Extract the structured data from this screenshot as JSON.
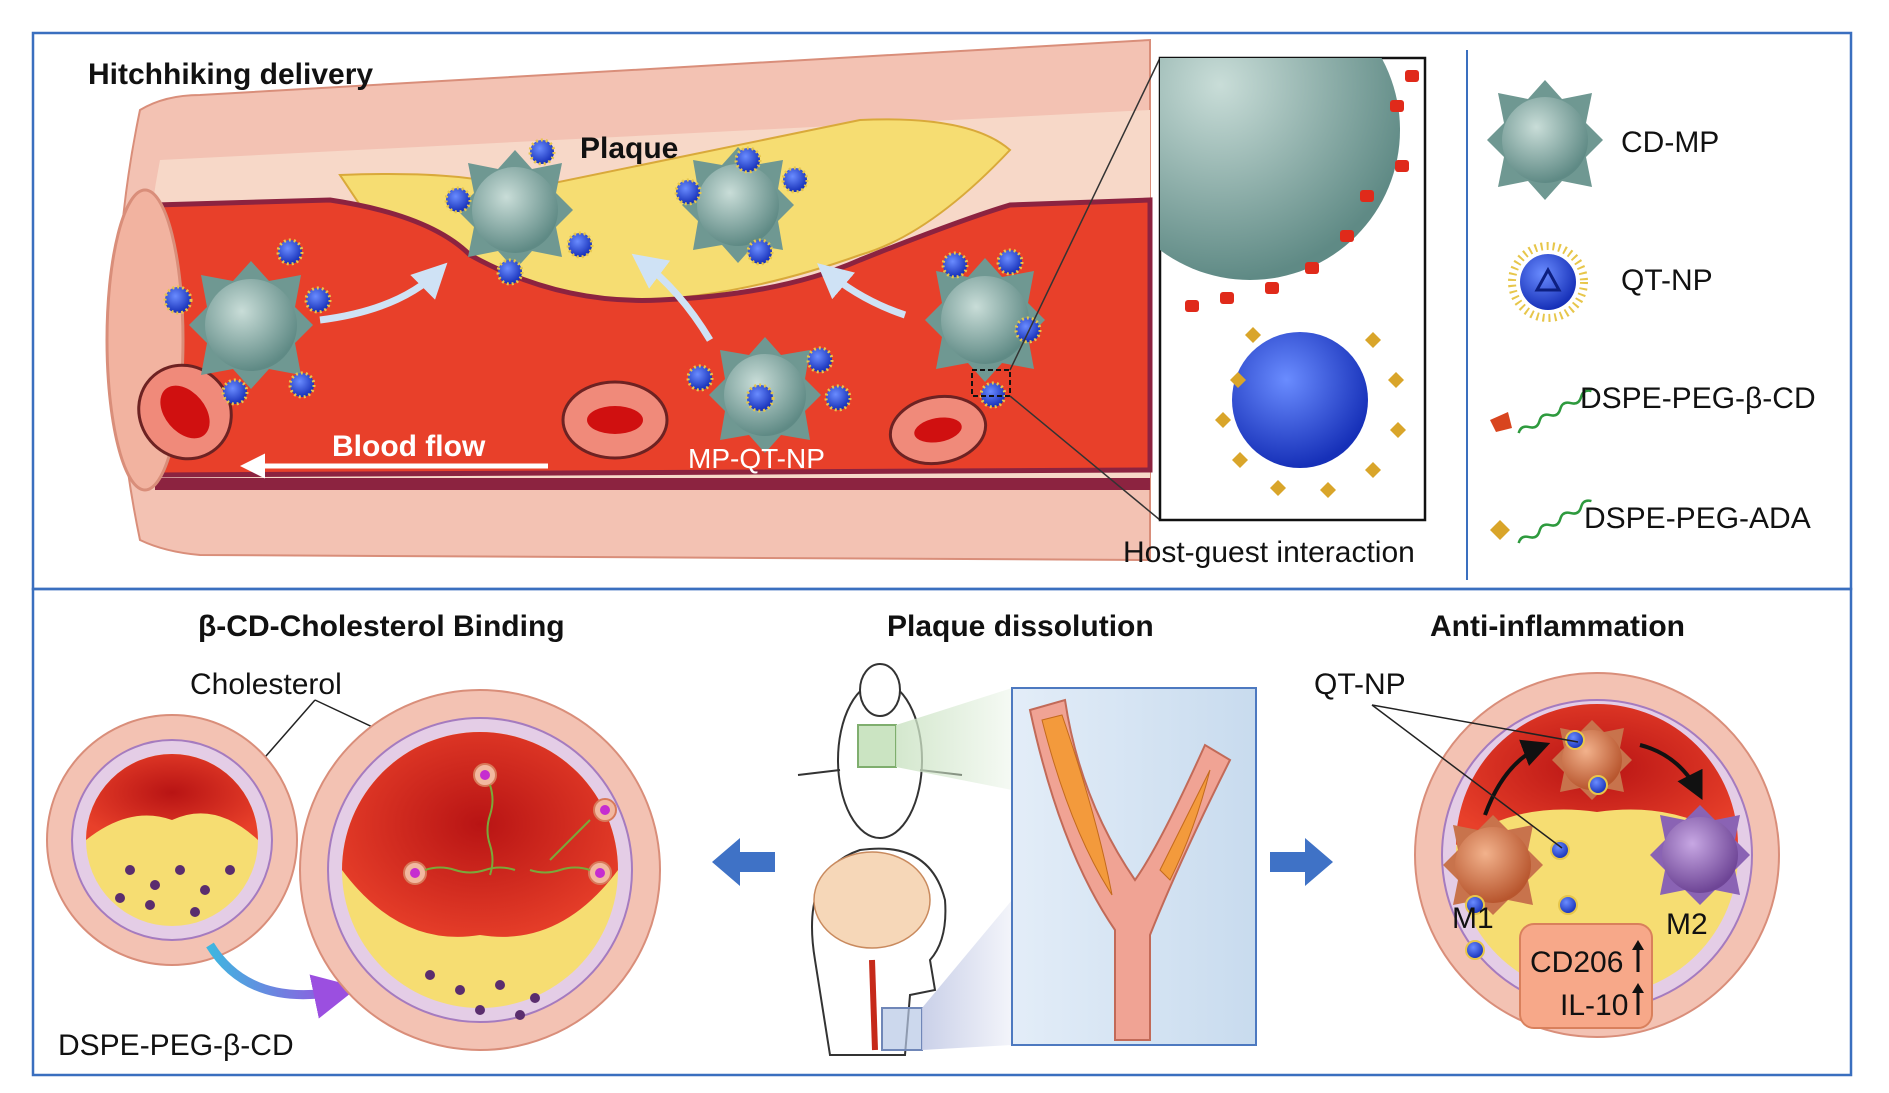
{
  "panels": {
    "top": {
      "title": "Hitchhiking delivery",
      "plaque_label": "Plaque",
      "blood_flow_label": "Blood flow",
      "complex_label": "MP-QT-NP",
      "zoom_caption": "Host-guest interaction"
    },
    "legend": {
      "items": [
        {
          "label": "CD-MP",
          "icon": "microparticle-icon"
        },
        {
          "label": "QT-NP",
          "icon": "nanoparticle-icon"
        },
        {
          "label": "DSPE-PEG-β-CD",
          "icon": "cyclodextrin-linker-icon"
        },
        {
          "label": "DSPE-PEG-ADA",
          "icon": "adamantane-linker-icon"
        }
      ]
    },
    "bottom_left": {
      "title": "β-CD-Cholesterol Binding",
      "cholesterol_label": "Cholesterol",
      "linker_label": "DSPE-PEG-β-CD"
    },
    "bottom_center": {
      "title": "Plaque dissolution"
    },
    "bottom_right": {
      "title": "Anti-inflammation",
      "np_label": "QT-NP",
      "m1_label": "M1",
      "m2_label": "M2",
      "marker_1": "CD206",
      "marker_2": "IL-10"
    }
  },
  "colors": {
    "frame": "#3a6fbf",
    "blood": "#e8402a",
    "vessel_wall": "#f3c2b3",
    "plaque": "#f6dd72",
    "arrow": "#3f72c6"
  }
}
